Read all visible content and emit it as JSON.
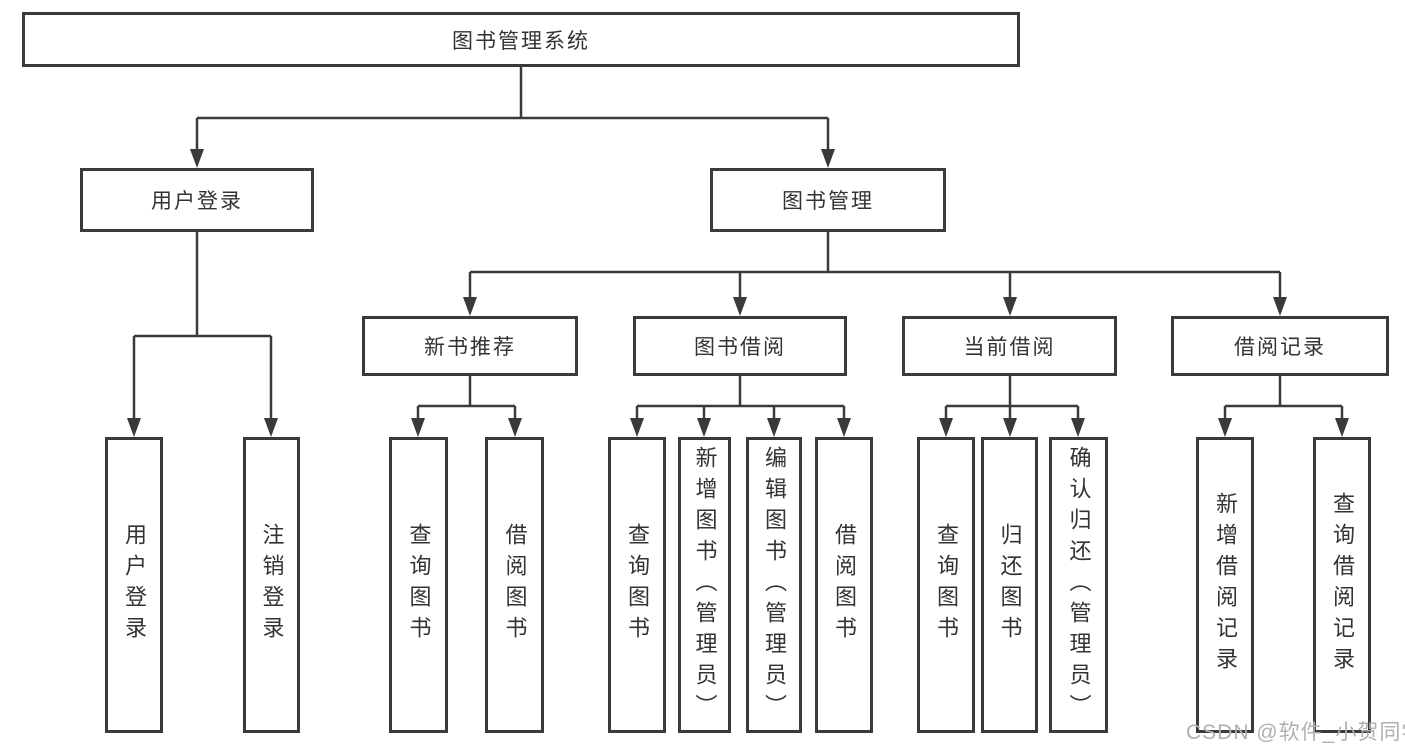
{
  "diagram": {
    "root": {
      "label": "图书管理系统"
    },
    "level2": {
      "user_login": {
        "label": "用户登录"
      },
      "book_management": {
        "label": "图书管理"
      }
    },
    "level3": {
      "new_book_recommend": {
        "label": "新书推荐"
      },
      "book_borrow": {
        "label": "图书借阅"
      },
      "current_borrow": {
        "label": "当前借阅"
      },
      "borrow_records": {
        "label": "借阅记录"
      }
    },
    "leaves": {
      "user_login": [
        "用户登录",
        "注销登录"
      ],
      "new_book_recommend": [
        "查询图书",
        "借阅图书"
      ],
      "book_borrow": [
        "查询图书",
        "新增图书（管理员）",
        "编辑图书（管理员）",
        "借阅图书"
      ],
      "current_borrow": [
        "查询图书",
        "归还图书",
        "确认归还（管理员）"
      ],
      "borrow_records": [
        "新增借阅记录",
        "查询借阅记录"
      ]
    }
  },
  "watermark": {
    "text": "CSDN @软件_小贺同学"
  },
  "colors": {
    "line": "#3a3a3a",
    "text": "#333333",
    "watermark": "#b0b0b0",
    "background": "#ffffff"
  }
}
